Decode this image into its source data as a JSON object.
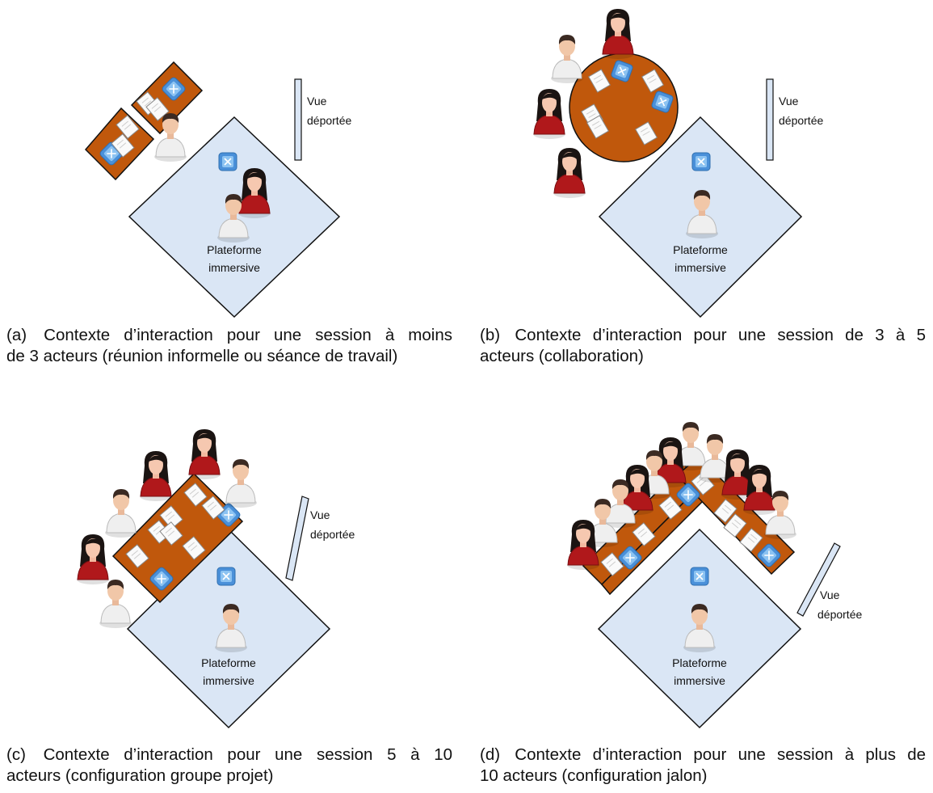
{
  "platform_label": [
    "Plateforme",
    "immersive"
  ],
  "remote_view_label": [
    "Vue",
    "déportée"
  ],
  "panels": [
    {
      "label": "(a)",
      "caption_lines": [
        "Contexte d’interaction pour une session à moins",
        "de 3 acteurs (réunion informelle ou séance de travail)"
      ]
    },
    {
      "label": "(b)",
      "caption_lines": [
        "Contexte d’interaction pour une session de 3 à 5",
        "acteurs (collaboration)"
      ]
    },
    {
      "label": "(c)",
      "caption_lines": [
        "Contexte d’interaction pour une session 5 à 10",
        "acteurs (configuration groupe projet)"
      ]
    },
    {
      "label": "(d)",
      "caption_lines": [
        "Contexte d’interaction pour une session à plus de",
        "10 acteurs (configuration jalon)"
      ]
    }
  ],
  "colors": {
    "platform_fill": "#dae6f5",
    "table_fill": "#c0580c",
    "screen_fill": "#dae6f5",
    "outline": "#111111",
    "woman_dress": "#b0181b",
    "man_shirt": "#eeeeee",
    "device": "#4a90d9"
  }
}
